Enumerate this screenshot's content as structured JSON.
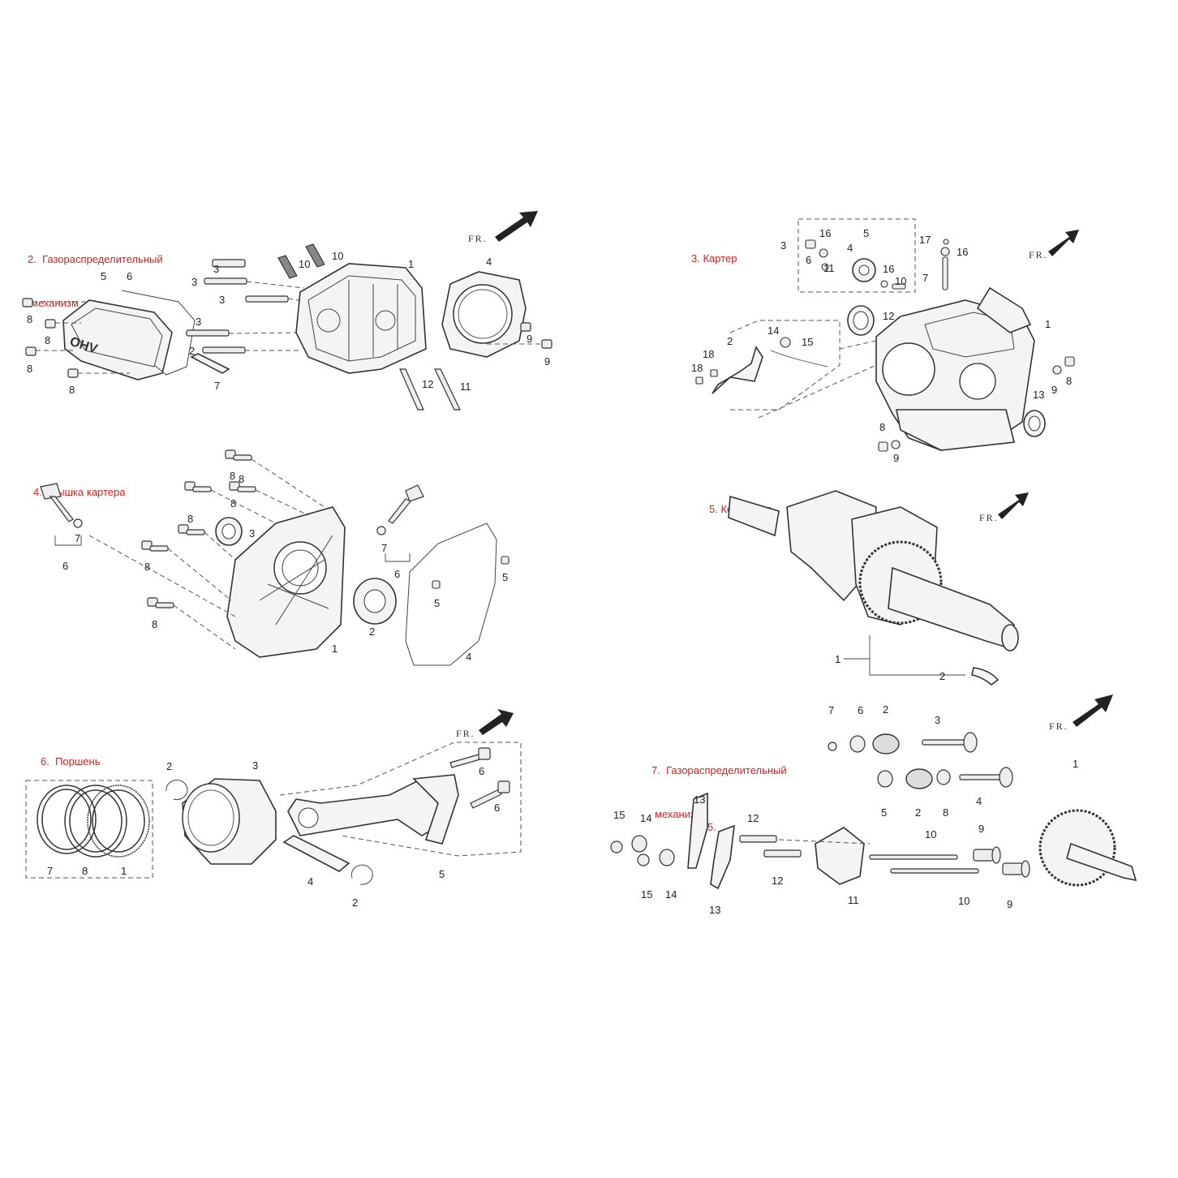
{
  "sections": [
    {
      "id": "s2",
      "title_line1": "2.  Газораспределительный",
      "title_line2": "механизм"
    },
    {
      "id": "s3",
      "title_line1": "3. Картер"
    },
    {
      "id": "s4",
      "title_line1": "4. Крышка картера"
    },
    {
      "id": "s5",
      "title_line1": "5. Колен-вал"
    },
    {
      "id": "s6",
      "title_line1": "6.  Поршень"
    },
    {
      "id": "s7",
      "title_line1": "7.  Газораспределительный",
      "title_line2": "механизм"
    }
  ],
  "extra_label": "5.",
  "fr_label": "FR.",
  "part_numbers": {
    "s2": [
      "1",
      "2",
      "3",
      "3",
      "3",
      "3",
      "4",
      "5",
      "6",
      "7",
      "8",
      "8",
      "8",
      "8",
      "9",
      "9",
      "10",
      "10",
      "11",
      "12"
    ],
    "s3": [
      "1",
      "2",
      "3",
      "4",
      "5",
      "6",
      "7",
      "8",
      "8",
      "9",
      "9",
      "10",
      "11",
      "12",
      "13",
      "14",
      "15",
      "16",
      "16",
      "16",
      "17",
      "18",
      "18"
    ],
    "s4": [
      "1",
      "2",
      "3",
      "4",
      "5",
      "5",
      "6",
      "6",
      "7",
      "7",
      "8",
      "8",
      "8",
      "8",
      "8",
      "8"
    ],
    "s5": [
      "1",
      "2"
    ],
    "s6": [
      "1",
      "2",
      "2",
      "3",
      "4",
      "5",
      "6",
      "6",
      "7",
      "8"
    ],
    "s7": [
      "1",
      "2",
      "2",
      "3",
      "4",
      "5",
      "6",
      "7",
      "8",
      "9",
      "9",
      "10",
      "10",
      "11",
      "12",
      "12",
      "13",
      "13",
      "14",
      "14",
      "15",
      "15"
    ]
  },
  "colors": {
    "title": "#d32020",
    "line": "#333333",
    "fill": "#f4f4f4"
  }
}
